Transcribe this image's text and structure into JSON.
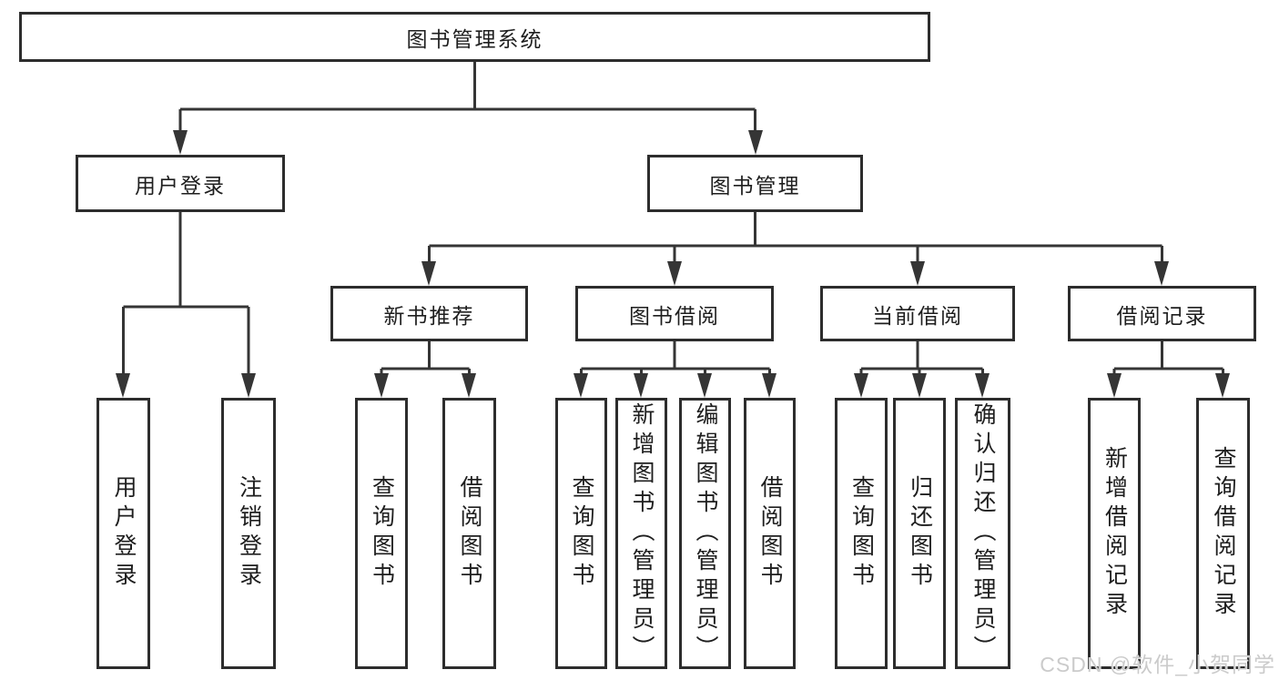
{
  "diagram": {
    "root": {
      "label": "图书管理系统"
    },
    "level2": [
      {
        "label": "用户登录"
      },
      {
        "label": "图书管理"
      }
    ],
    "level3": [
      {
        "label": "新书推荐"
      },
      {
        "label": "图书借阅"
      },
      {
        "label": "当前借阅"
      },
      {
        "label": "借阅记录"
      }
    ],
    "leaves": {
      "user_login": [
        {
          "label": "用户登录"
        },
        {
          "label": "注销登录"
        }
      ],
      "new_book_recommend": [
        {
          "label": "查询图书"
        },
        {
          "label": "借阅图书"
        }
      ],
      "book_borrowing": [
        {
          "label": "查询图书"
        },
        {
          "label": "新增图书（管理员）"
        },
        {
          "label": "编辑图书（管理员）"
        },
        {
          "label": "借阅图书"
        }
      ],
      "current_borrowing": [
        {
          "label": "查询图书"
        },
        {
          "label": "归还图书"
        },
        {
          "label": "确认归还（管理员）"
        }
      ],
      "borrowing_records": [
        {
          "label": "新增借阅记录"
        },
        {
          "label": "查询借阅记录"
        }
      ]
    }
  },
  "watermark": {
    "text": "CSDN @软件_小贺同学"
  },
  "colors": {
    "background": "#ffffff",
    "box_border": "#2d2d2d",
    "connector": "#353535",
    "text": "#1e1e1e",
    "watermark": "#cbcbcb"
  }
}
